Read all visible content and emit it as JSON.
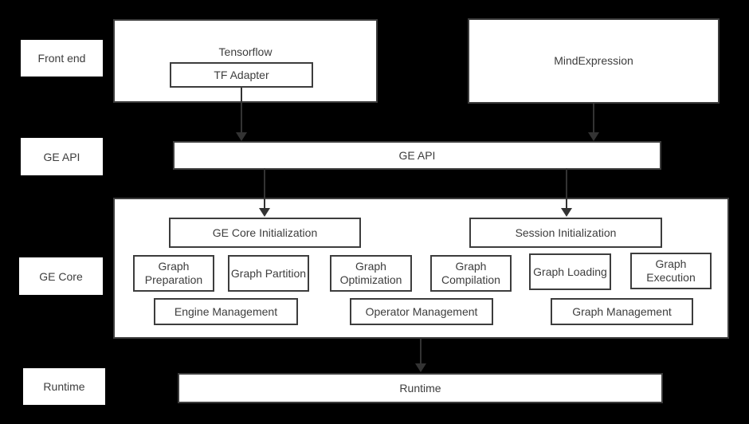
{
  "colors": {
    "background": "#000000",
    "box_fill": "#ffffff",
    "border": "#3d3d3d",
    "text": "#3d3d3d",
    "arrow": "#333333"
  },
  "side_labels": {
    "front_end": "Front end",
    "ge_api": "GE API",
    "ge_core": "GE Core",
    "runtime": "Runtime"
  },
  "front_end": {
    "tensorflow_label": "Tensorflow",
    "tf_adapter_label": "TF Adapter",
    "mindexpression_label": "MindExpression"
  },
  "ge_api": {
    "bar_label": "GE API"
  },
  "ge_core": {
    "init_left": "GE Core Initialization",
    "init_right": "Session Initialization",
    "functions": [
      "Graph Preparation",
      "Graph Partition",
      "Graph Optimization",
      "Graph Compilation",
      "Graph Loading",
      "Graph Execution"
    ],
    "management": [
      "Engine Management",
      "Operator Management",
      "Graph Management"
    ]
  },
  "runtime": {
    "bar_label": "Runtime"
  }
}
